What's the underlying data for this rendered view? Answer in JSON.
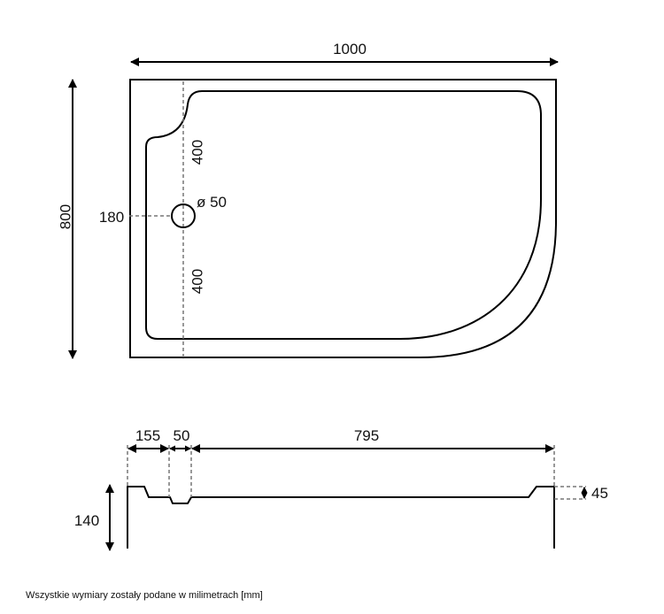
{
  "top_view": {
    "width_label": "1000",
    "height_label": "800",
    "drain_offset_label": "180",
    "drain_diameter_label": "ø 50",
    "upper_segment_label": "400",
    "lower_segment_label": "400"
  },
  "side_view": {
    "rim_label": "155",
    "drain_width_label": "50",
    "basin_label": "795",
    "height_label": "140",
    "rim_height_label": "45"
  },
  "footnote": "Wszystkie wymiary zostały podane w milimetrach [mm]",
  "colors": {
    "line": "#000000",
    "dashed_guides": "#777777"
  }
}
